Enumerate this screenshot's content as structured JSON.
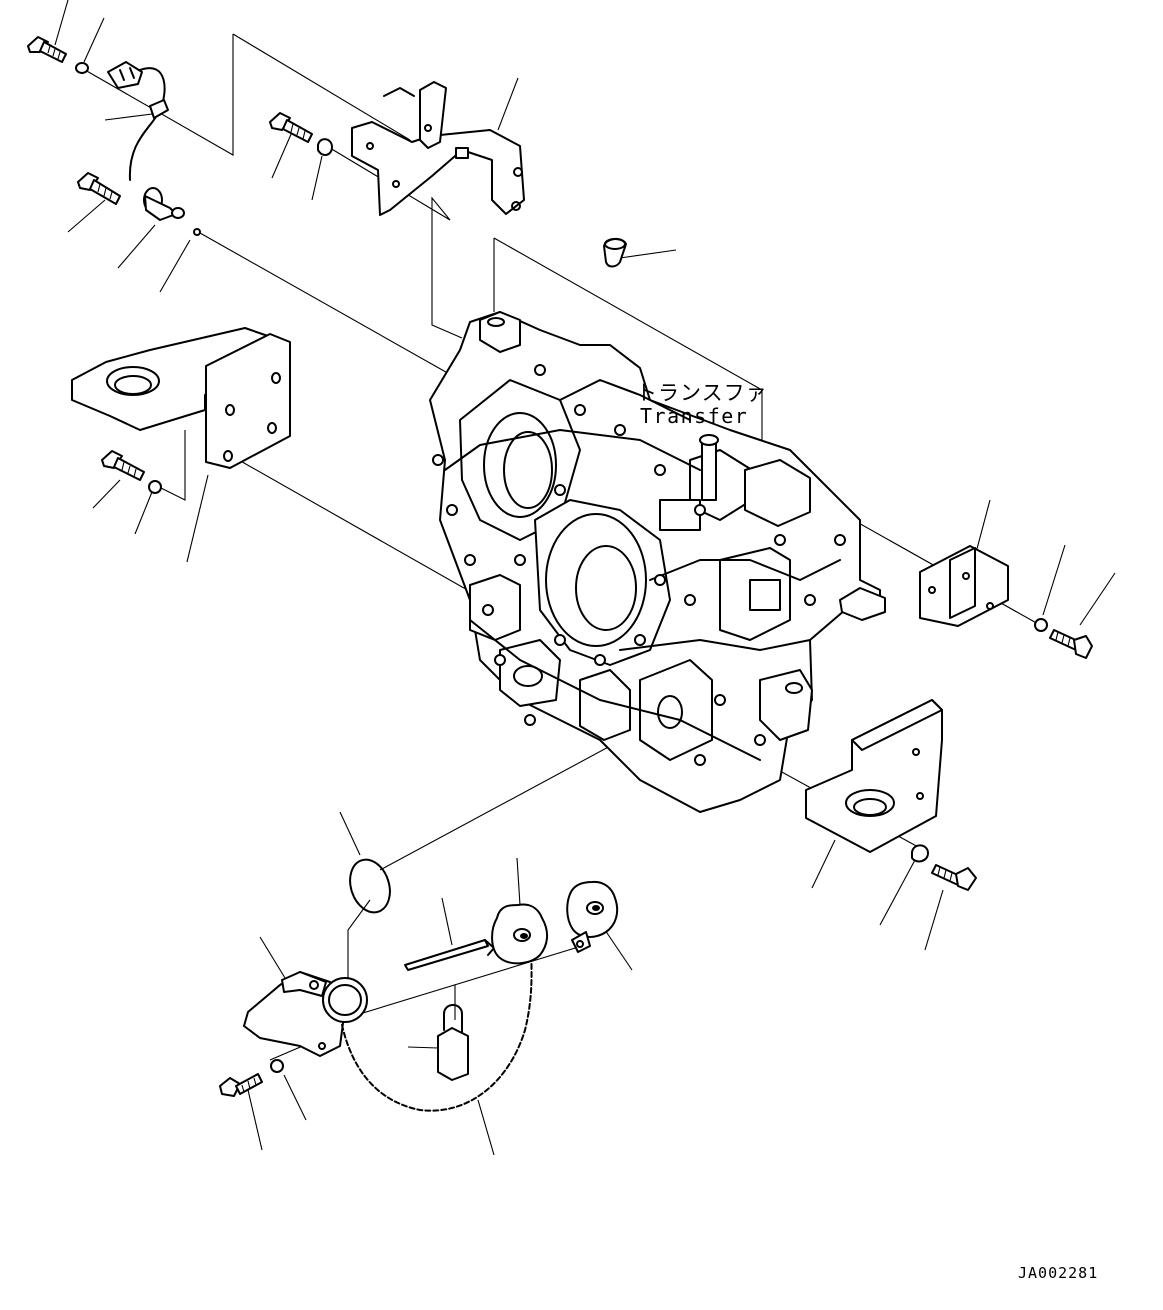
{
  "labels": {
    "component_jp": "トランスファ",
    "component_en": "Transfer",
    "drawing_id": "JA002281"
  }
}
